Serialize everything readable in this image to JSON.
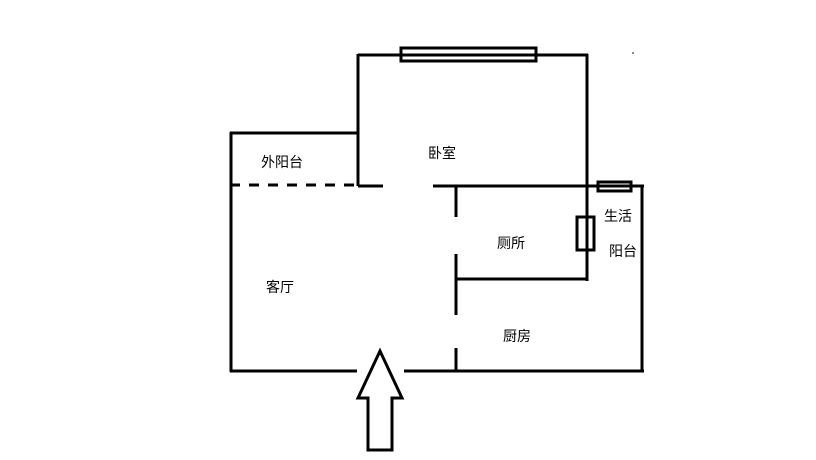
{
  "rooms": {
    "bedroom": "卧室",
    "outer_balcony": "外阳台",
    "living_room": "客厅",
    "toilet": "厕所",
    "kitchen": "厨房",
    "utility_balcony_line1": "生活",
    "utility_balcony_line2": "阳台"
  },
  "colors": {
    "wall": "#000000",
    "background": "#ffffff"
  }
}
